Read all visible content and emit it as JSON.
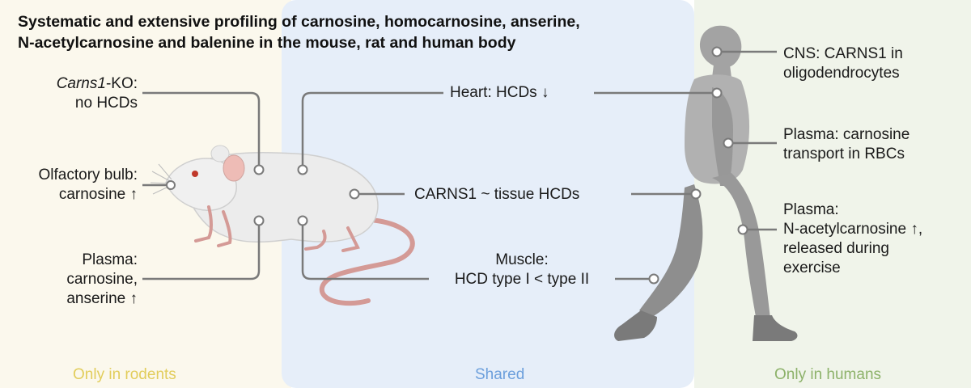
{
  "title": {
    "line1": "Systematic and extensive profiling of carnosine, homocarnosine, anserine,",
    "line2": "N-acetylcarnosine and balenine in the mouse, rat and human body"
  },
  "rodents": {
    "carns1_ko": {
      "gene": "Carns1",
      "suffix": "-KO:",
      "line2": "no HCDs"
    },
    "olfactory": {
      "line1": "Olfactory bulb:",
      "line2": "carnosine ↑"
    },
    "plasma": {
      "line1": "Plasma:",
      "line2": "carnosine,",
      "line3": "anserine ↑"
    },
    "footer": "Only in rodents"
  },
  "shared": {
    "heart": "Heart: HCDs ↓",
    "carns1": "CARNS1 ~ tissue HCDs",
    "muscle": {
      "line1": "Muscle:",
      "line2": "HCD type I < type II"
    },
    "footer": "Shared"
  },
  "humans": {
    "cns": {
      "line1": "CNS: CARNS1 in",
      "line2": "oligodendrocytes"
    },
    "plasma_transport": {
      "line1": "Plasma: carnosine",
      "line2": "transport in RBCs"
    },
    "plasma_nac": {
      "line1": "Plasma:",
      "line2": "N-acetylcarnosine ↑,",
      "line3": "released during",
      "line4": "exercise"
    },
    "footer": "Only in humans"
  },
  "colors": {
    "rodents_bg": "#fbf8ed",
    "shared_bg": "#e6eef9",
    "humans_bg": "#f0f4ea",
    "rodents_footer": "#e2cd5c",
    "shared_footer": "#6c9fdc",
    "humans_footer": "#8db26a",
    "connector": "#7a7a7a"
  }
}
